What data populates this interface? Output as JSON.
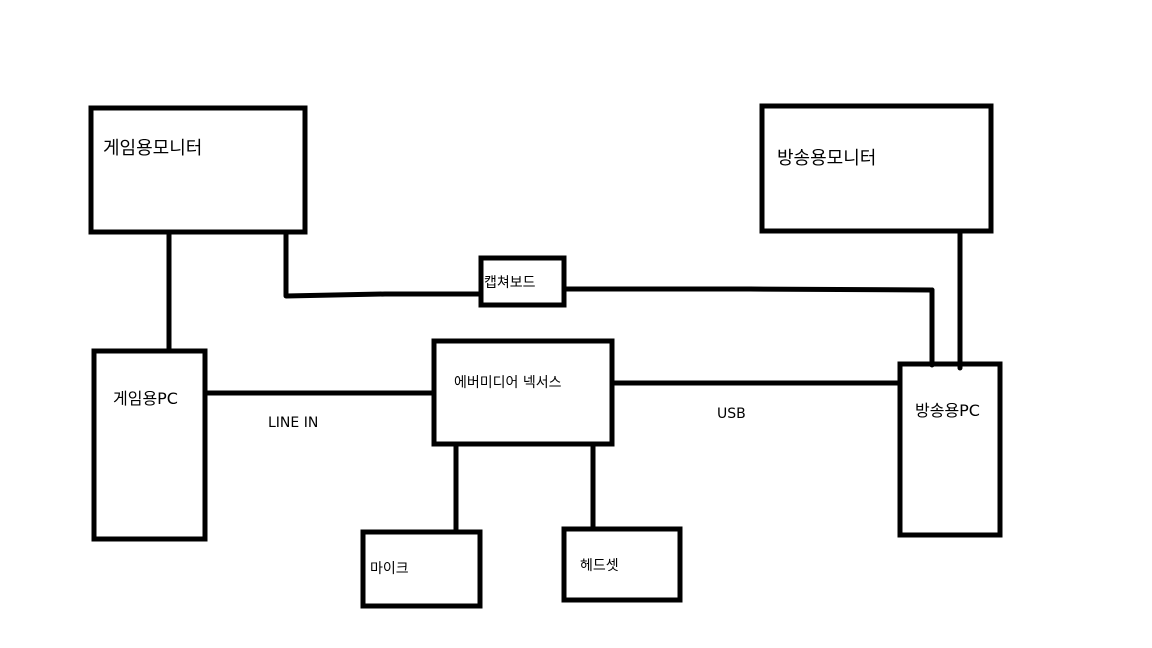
{
  "diagram": {
    "nodes": {
      "game_monitor": {
        "label": "게임용모니터"
      },
      "stream_monitor": {
        "label": "방송용모니터"
      },
      "capture_board": {
        "label": "캡쳐보드"
      },
      "game_pc": {
        "label": "게임용PC"
      },
      "mixer": {
        "label": "에버미디어 넥서스"
      },
      "stream_pc": {
        "label": "방송용PC"
      },
      "mic": {
        "label": "마이크"
      },
      "headset": {
        "label": "헤드셋"
      }
    },
    "edge_labels": {
      "line_in": "LINE IN",
      "usb": "USB"
    },
    "edges": [
      {
        "from": "game_monitor",
        "to": "game_pc"
      },
      {
        "from": "game_monitor",
        "to": "capture_board"
      },
      {
        "from": "capture_board",
        "to": "stream_pc"
      },
      {
        "from": "stream_monitor",
        "to": "stream_pc"
      },
      {
        "from": "game_pc",
        "to": "mixer",
        "label": "LINE IN"
      },
      {
        "from": "mixer",
        "to": "stream_pc",
        "label": "USB"
      },
      {
        "from": "mixer",
        "to": "mic"
      },
      {
        "from": "mixer",
        "to": "headset"
      }
    ]
  }
}
